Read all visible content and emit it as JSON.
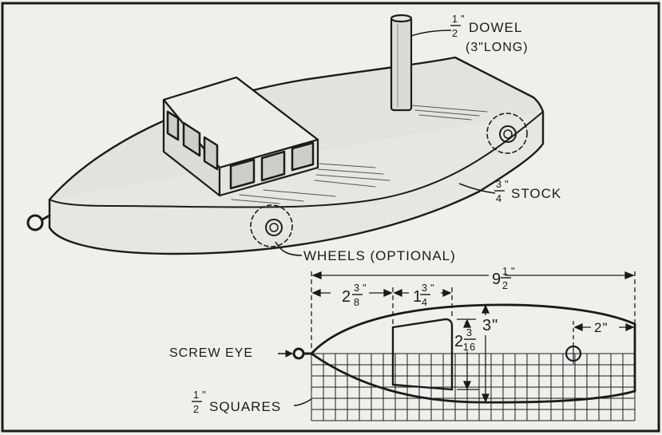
{
  "labels": {
    "dowel": {
      "num": "1",
      "den": "2",
      "unit": "\"",
      "text": "DOWEL",
      "sub": "(3\"LONG)"
    },
    "stock": {
      "num": "3",
      "den": "4",
      "unit": "\"",
      "text": "STOCK"
    },
    "wheels": "WHEELS (OPTIONAL)",
    "screw_eye": "SCREW EYE",
    "squares": {
      "num": "1",
      "den": "2",
      "unit": "\"",
      "text": "SQUARES"
    }
  },
  "dimensions": {
    "overall": {
      "whole": "9",
      "num": "1",
      "den": "2",
      "unit": "\""
    },
    "bow_to_cabin": {
      "whole": "2",
      "num": "3",
      "den": "8",
      "unit": "\""
    },
    "cabin_length": {
      "whole": "1",
      "num": "3",
      "den": "4",
      "unit": "\""
    },
    "cabin_width": {
      "whole": "2",
      "num": "3",
      "den": "16",
      "unit": "\""
    },
    "hull_width": "3\"",
    "stern_to_hole": "2\""
  },
  "colors": {
    "ink": "#1b1b1b",
    "paper": "#f1efec",
    "panel": "#e6e4e1"
  }
}
